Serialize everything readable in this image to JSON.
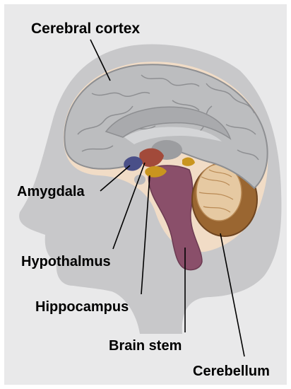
{
  "labels": {
    "cerebral_cortex": "Cerebral cortex",
    "amygdala": "Amygdala",
    "hypothalmus": "Hypothalmus",
    "hippocampus": "Hippocampus",
    "brain_stem": "Brain stem",
    "cerebellum": "Cerebellum"
  },
  "colors": {
    "panel_background": "#e9e9ea",
    "head_silhouette": "#c8c8ca",
    "skull_area": "#f1dcc6",
    "cortex": "#bcbdbf",
    "cortex_outline": "#8e8f92",
    "corpus_callosum": "#a9aaad",
    "brain_stem": "#8a4f6a",
    "hypothalamus": "#a24a3a",
    "amygdala": "#4a4f88",
    "hippocampus": "#c9951f",
    "cerebellum_outer": "#9a6631",
    "cerebellum_inner": "#e6c9a2",
    "leader_line": "#000000"
  }
}
